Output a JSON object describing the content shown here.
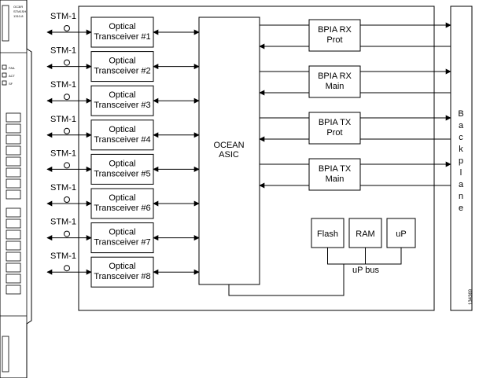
{
  "card": {
    "label_lines": [
      "OC3IR",
      "STM1SH",
      "1310-8"
    ],
    "leds": [
      "FAIL",
      "ACT",
      "SF"
    ]
  },
  "ports": [
    {
      "label": "STM-1",
      "transceiver": [
        "Optical",
        "Transceiver #1"
      ]
    },
    {
      "label": "STM-1",
      "transceiver": [
        "Optical",
        "Transceiver #2"
      ]
    },
    {
      "label": "STM-1",
      "transceiver": [
        "Optical",
        "Transceiver #3"
      ]
    },
    {
      "label": "STM-1",
      "transceiver": [
        "Optical",
        "Transceiver #4"
      ]
    },
    {
      "label": "STM-1",
      "transceiver": [
        "Optical",
        "Transceiver #5"
      ]
    },
    {
      "label": "STM-1",
      "transceiver": [
        "Optical",
        "Transceiver #6"
      ]
    },
    {
      "label": "STM-1",
      "transceiver": [
        "Optical",
        "Transceiver #7"
      ]
    },
    {
      "label": "STM-1",
      "transceiver": [
        "Optical",
        "Transceiver #8"
      ]
    }
  ],
  "asic": [
    "OCEAN",
    "ASIC"
  ],
  "bpia": [
    [
      "BPIA RX",
      "Prot"
    ],
    [
      "BPIA RX",
      "Main"
    ],
    [
      "BPIA TX",
      "Prot"
    ],
    [
      "BPIA TX",
      "Main"
    ]
  ],
  "memory": [
    "Flash",
    "RAM",
    "uP"
  ],
  "bus_label": "uP bus",
  "backplane": "Backplane",
  "figure_id": "134369"
}
